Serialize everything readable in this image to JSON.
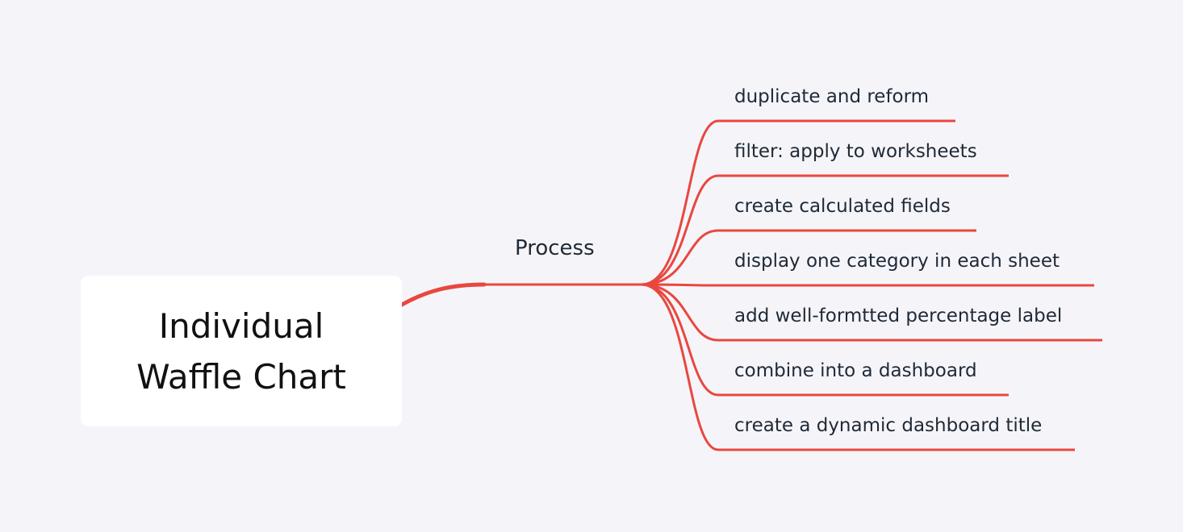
{
  "root": {
    "line1": "Individual",
    "line2": "Waffle Chart"
  },
  "branch": {
    "label": "Process"
  },
  "leaves": [
    "duplicate and reform",
    "filter: apply to worksheets",
    "create calculated fields",
    "display one category in each sheet",
    "add well-formtted percentage label",
    "combine into a dashboard",
    "create a dynamic dashboard title"
  ],
  "colors": {
    "connector": "#e9473f",
    "background": "#f5f5f9",
    "root_fill": "#ffffff",
    "text": "#1f2937"
  }
}
